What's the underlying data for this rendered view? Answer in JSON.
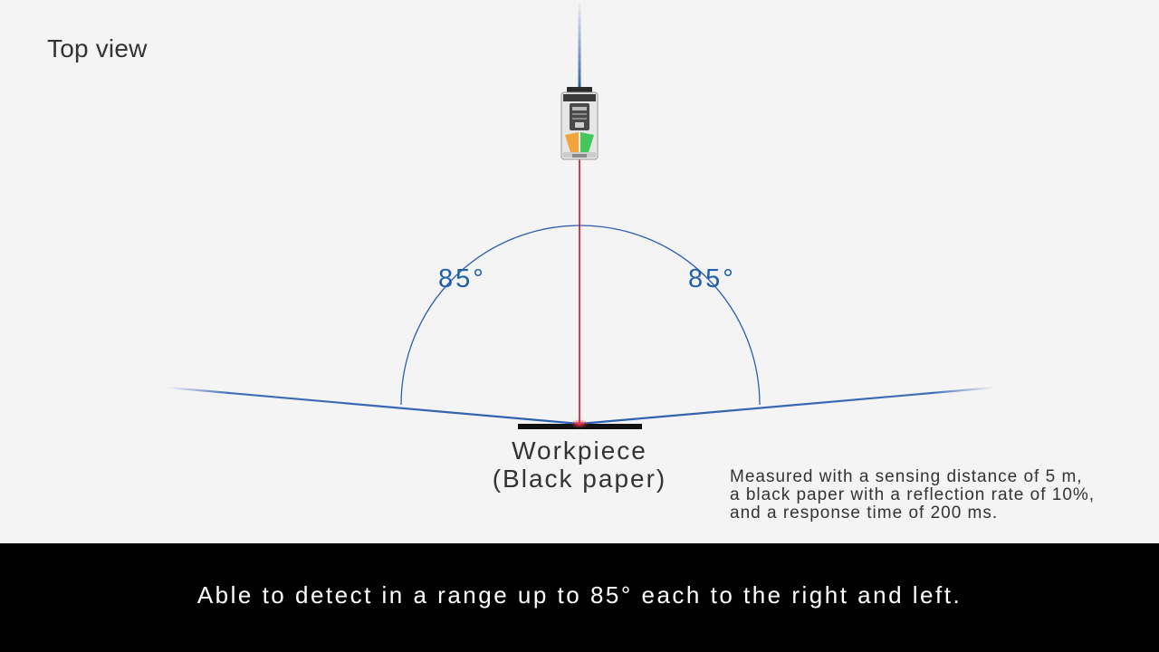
{
  "header": {
    "view_title": "Top view"
  },
  "diagram": {
    "angle_left": "85°",
    "angle_right": "85°",
    "angle_value_deg": 85,
    "workpiece_line1": "Workpiece",
    "workpiece_line2": "(Black paper)",
    "sensor_icon": "photoelectric-sensor-icon"
  },
  "note": {
    "line1": "Measured with a sensing distance of 5 m,",
    "line2": "a black paper with a reflection rate of 10%,",
    "line3": "and a response time of 200 ms."
  },
  "caption": {
    "text": "Able to detect in a range up to 85° each to the right and left."
  },
  "colors": {
    "background": "#f4f4f4",
    "arc_blue": "#2c5fb0",
    "beam_red": "#c8102e",
    "text_dark": "#333333",
    "caption_bar": "#000000",
    "caption_text": "#ffffff",
    "indicator_orange": "#f2a33a",
    "indicator_green": "#43c65a"
  }
}
